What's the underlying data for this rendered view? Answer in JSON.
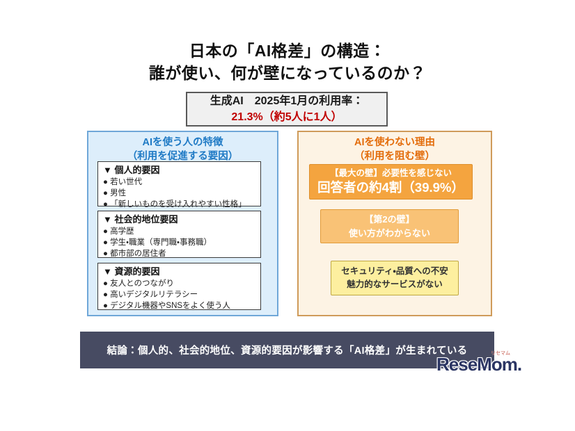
{
  "page": {
    "title_line1": "日本の「AI格差」の構造：",
    "title_line2": "誰が使い、何が壁になっているのか？"
  },
  "stat_box": {
    "line1": "生成AI　2025年1月の利用率：",
    "line2": "21.3%（約5人に1人）"
  },
  "left_panel": {
    "header_line1": "AIを使う人の特徴",
    "header_line2": "（利用を促進する要因）",
    "boxes": [
      {
        "heading": "▼ 個人的要因",
        "items": [
          "● 若い世代",
          "● 男性",
          "● 「新しいものを受け入れやすい性格」"
        ]
      },
      {
        "heading": "▼ 社会的地位要因",
        "items": [
          "● 高学歴",
          "● 学生・職業（専門職・事務職）",
          "● 都市部の居住者"
        ]
      },
      {
        "heading": "▼ 資源的要因",
        "items": [
          "● 友人とのつながり",
          "● 高いデジタルリテラシー",
          "● デジタル機器やSNSをよく使う人"
        ]
      }
    ]
  },
  "right_panel": {
    "header_line1": "AIを使わない理由",
    "header_line2": "（利用を阻む壁）",
    "barrier1": {
      "line1": "【最大の壁】必要性を感じない",
      "line2": "回答者の約4割（39.9%）"
    },
    "barrier2": {
      "line1": "【第2の壁】",
      "line2": "使い方がわからない"
    },
    "barrier3": {
      "line1": "セキュリティ・品質への不安",
      "line2": "魅力的なサービスがない"
    }
  },
  "conclusion": {
    "text": "結論：個人的、社会的地位、資源的要因が影響する「AI格差」が生まれている"
  },
  "logo": {
    "text": "ReseMom.",
    "furigana": "リセマム"
  },
  "colors": {
    "left_accent": "#1f7ac5",
    "left_panel_bg": "#ddeefb",
    "right_accent": "#e36c0a",
    "right_panel_bg": "#fdf3e4",
    "barrier1_bg": "#f4a43f",
    "barrier2_bg": "#f9c276",
    "barrier3_bg": "#fdef9f",
    "stat_highlight": "#c00000",
    "conclusion_bg": "#474b62"
  }
}
